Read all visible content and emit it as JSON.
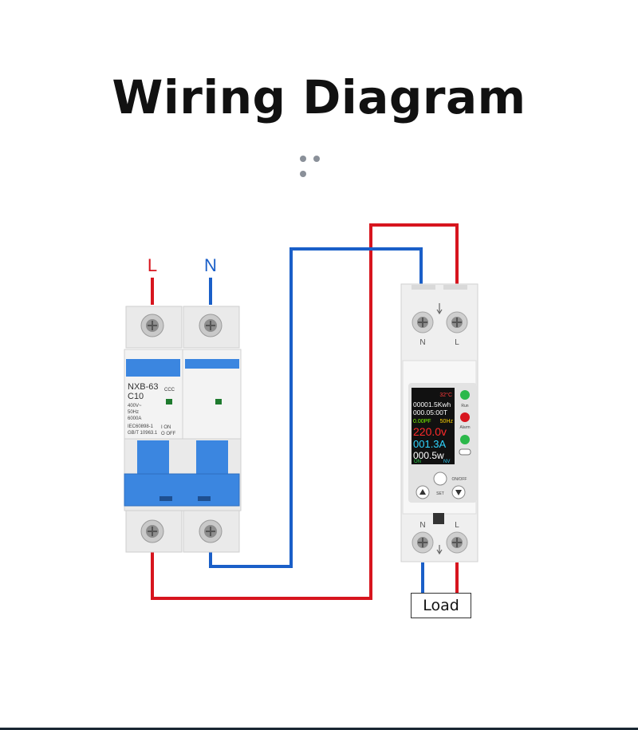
{
  "title": "Wiring Diagram",
  "colors": {
    "live": "#d7151e",
    "neutral": "#1a5fc8",
    "breaker_blue": "#3b86e0"
  },
  "breaker": {
    "terminal_L": "L",
    "terminal_N": "N",
    "model": "NXB-63",
    "rating": "C10",
    "spec1": "400V~",
    "spec2": "50Hz",
    "spec3": "6000A",
    "std1": "IEC60898-1",
    "std2": "GB/T 10963.1",
    "on_label": "I ON",
    "off_label": "O OFF",
    "cert": "CCC"
  },
  "meter": {
    "top_N": "N",
    "top_L": "L",
    "bottom_N": "N",
    "bottom_L": "L",
    "temp": "32°C",
    "energy": "00001.5Kwh",
    "time": "000.05:00T",
    "pf": "0.00PF",
    "freq": "50Hz",
    "voltage": "220.0v",
    "current": "001.3A",
    "power": "000.5w",
    "on": "ON",
    "nv": "NV",
    "run": "Run",
    "alarm": "Alarm",
    "set": "SET",
    "onoff": "ON/OFF"
  },
  "load": "Load"
}
